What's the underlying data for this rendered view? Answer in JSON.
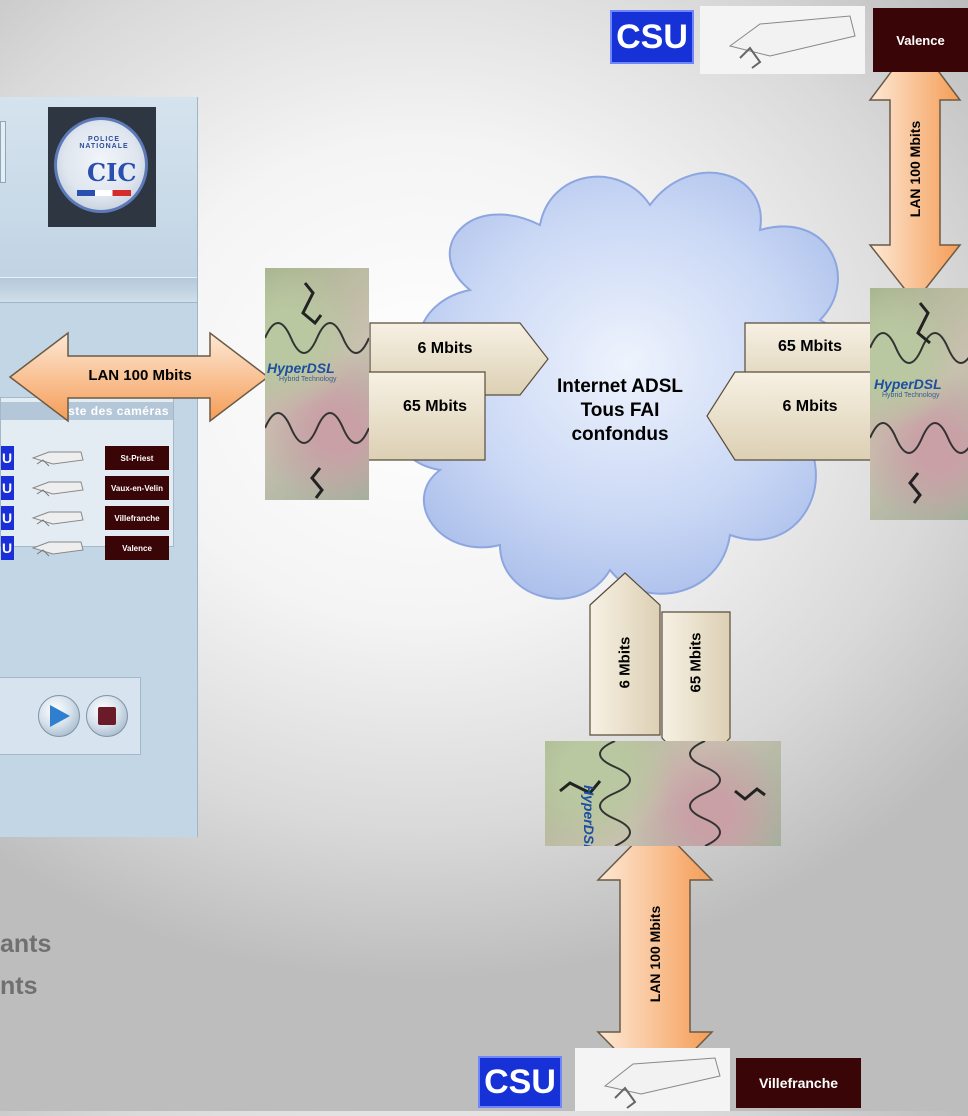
{
  "left_panel": {
    "emblem_text": "POLICE NATIONALE",
    "emblem_initials": "CIC",
    "list_header": "ste des caméras",
    "cameras": [
      {
        "csu": "U",
        "name": "St-Priest"
      },
      {
        "csu": "U",
        "name": "Vaux-en-Velin"
      },
      {
        "csu": "U",
        "name": "Villefranche"
      },
      {
        "csu": "U",
        "name": "Valence"
      }
    ],
    "controls": [
      "play-button",
      "stop-button"
    ]
  },
  "bottom_text": [
    "ants",
    "nts"
  ],
  "cloud": {
    "label": "Internet ADSL Tous FAI confondus"
  },
  "links": {
    "left": {
      "lan": "LAN 100 Mbits",
      "up": "6 Mbits",
      "down": "65 Mbits"
    },
    "right": {
      "lan": "LAN 100 Mbits",
      "in": "65 Mbits",
      "out": "6 Mbits"
    },
    "bottom": {
      "lan": "LAN 100 Mbits",
      "up": "6 Mbits",
      "down": "65 Mbits"
    }
  },
  "modem_label": "HyperDSL",
  "modem_sub": "Hybrid Technology",
  "sites": {
    "top_right": {
      "csu": "CSU",
      "city": "Valence"
    },
    "bottom": {
      "csu": "CSU",
      "city": "Villefranche"
    }
  },
  "colors": {
    "arrow_fill_top": "#fbe2c8",
    "arrow_fill_bottom": "#f7a660",
    "speed_box_fill": "#efe6d2",
    "cloud_fill": "#c7d4f3",
    "csu_blue": "#1632d6",
    "city_dark": "#3a0507"
  }
}
